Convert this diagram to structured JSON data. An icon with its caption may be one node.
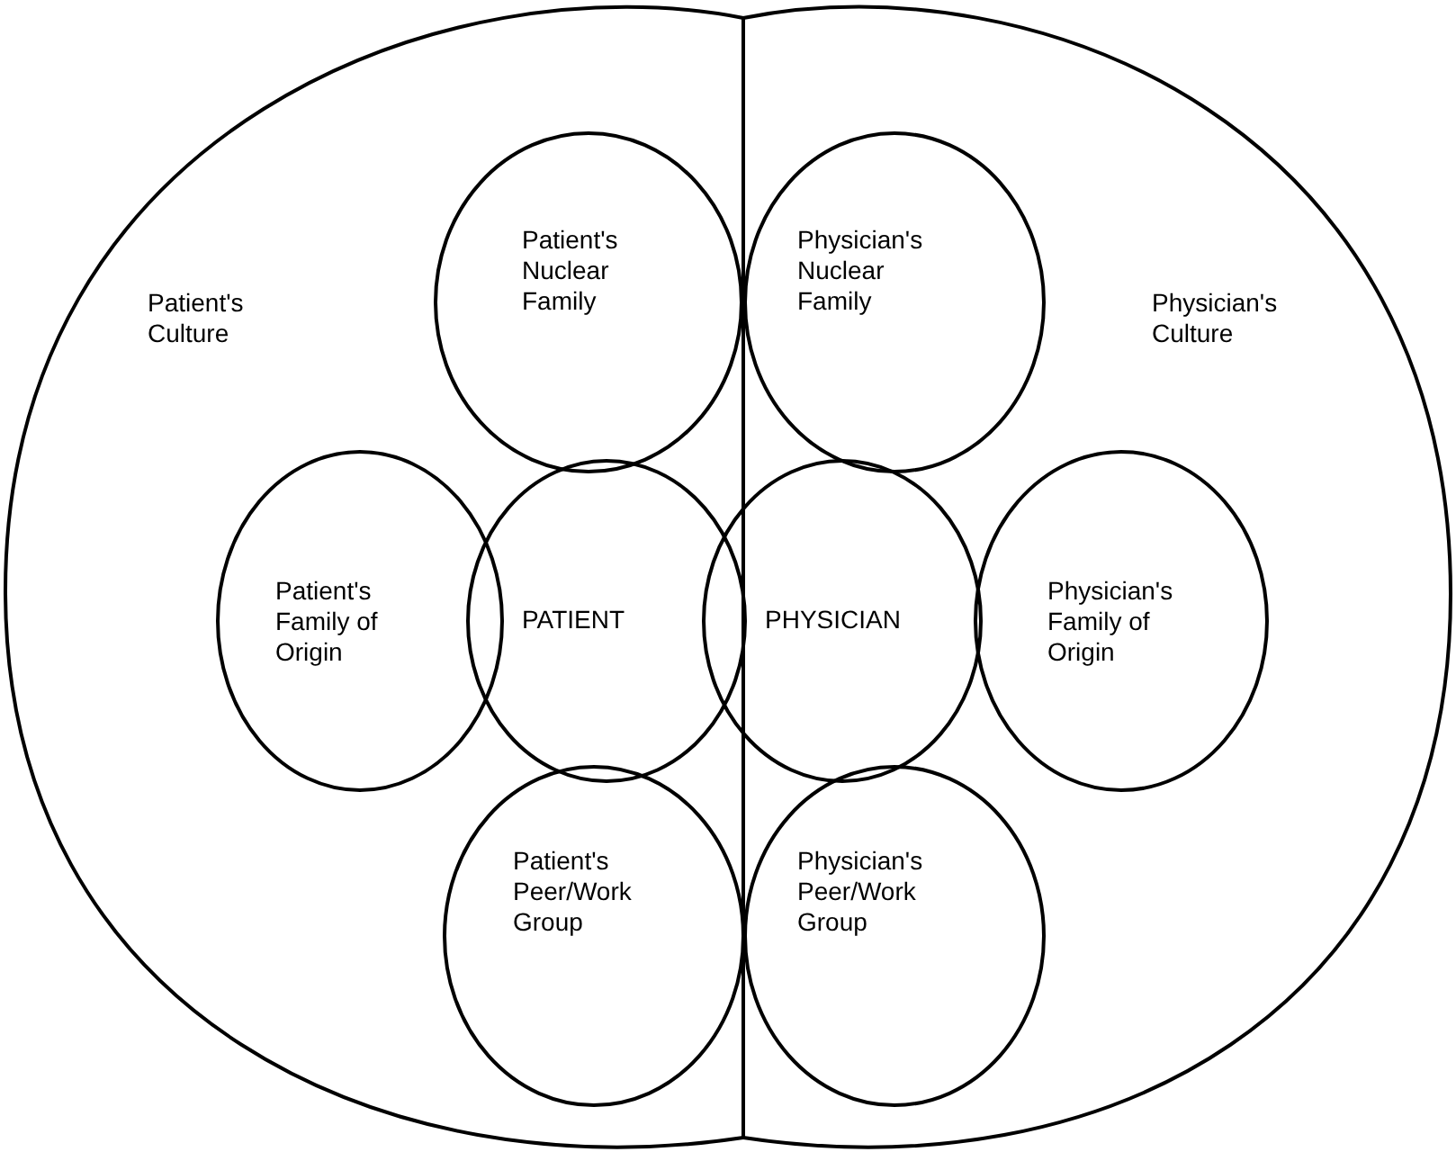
{
  "diagram": {
    "nodes": [
      {
        "text": [
          "Patient's Culture"
        ]
      },
      {
        "text": [
          "Patient's Nuclear Family"
        ],
        "in": 0
      },
      {
        "text": [
          "Patient's Family of Origin"
        ],
        "in": 0
      },
      {
        "text": [
          "PATIENT"
        ],
        "in": 0
      },
      {
        "text": [
          "Patient's Peer/Work Group"
        ],
        "in": 0
      },
      {
        "text": [
          "Physician's Culture"
        ]
      },
      {
        "text": [
          "Physician's Nuclear Family"
        ],
        "in": 5
      },
      {
        "text": [
          "PHYSICIAN"
        ],
        "in": 5
      },
      {
        "text": [
          "Physician's Family of Origin"
        ],
        "in": 5
      },
      {
        "text": [
          "Physician's Peer/Work Group"
        ],
        "in": 5
      }
    ]
  }
}
